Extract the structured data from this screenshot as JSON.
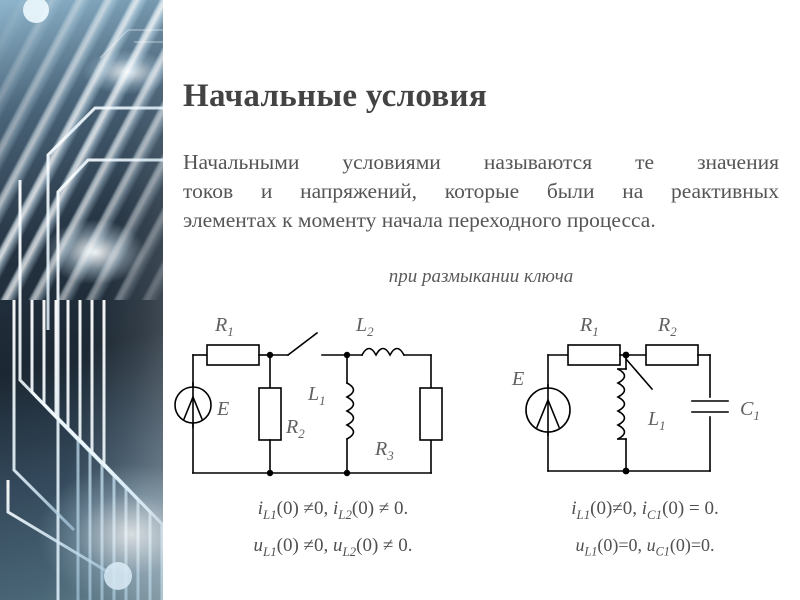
{
  "slide": {
    "title": "Начальные условия",
    "body": "Начальными условиями называются те значения токов и напряжений, которые были на реактивных элементах к моменту начала переходного процесса.",
    "body_line1": "Начальными условиями называются те значения",
    "body_line2": "токов и напряжений, которые были на реактивных",
    "body_line3": "элементах к моменту начала переходного процесса.",
    "subheading": "при размыкании ключа",
    "background_color": "#ffffff",
    "title_color": "#434343",
    "text_color": "#555555"
  },
  "sidebar": {
    "image_name": "circuit-board-decorative-image",
    "description": "blue circuit board traces with glowing light streaks",
    "accent_color": "#2b3b49",
    "highlight_color": "#eaf6ff"
  },
  "circuit_left": {
    "name": "circuit-diagram-left",
    "source_label": "E",
    "components": [
      {
        "id": "R1",
        "label": "R",
        "sub": "1",
        "type": "resistor",
        "orientation": "horizontal"
      },
      {
        "id": "R2",
        "label": "R",
        "sub": "2",
        "type": "resistor",
        "orientation": "vertical"
      },
      {
        "id": "R3",
        "label": "R",
        "sub": "3",
        "type": "resistor",
        "orientation": "vertical"
      },
      {
        "id": "L1",
        "label": "L",
        "sub": "1",
        "type": "inductor",
        "orientation": "vertical"
      },
      {
        "id": "L2",
        "label": "L",
        "sub": "2",
        "type": "inductor",
        "orientation": "horizontal"
      },
      {
        "id": "SW",
        "label": "",
        "sub": "",
        "type": "switch",
        "orientation": "horizontal"
      }
    ],
    "labels": {
      "R1": "R",
      "R1_sub": "1",
      "R2": "R",
      "R2_sub": "2",
      "R3": "R",
      "R3_sub": "3",
      "L1": "L",
      "L1_sub": "1",
      "L2": "L",
      "L2_sub": "2",
      "E": "E"
    }
  },
  "circuit_right": {
    "name": "circuit-diagram-right",
    "source_label": "E",
    "components": [
      {
        "id": "R1",
        "label": "R",
        "sub": "1",
        "type": "resistor",
        "orientation": "horizontal"
      },
      {
        "id": "R2",
        "label": "R",
        "sub": "2",
        "type": "resistor",
        "orientation": "horizontal"
      },
      {
        "id": "L1",
        "label": "L",
        "sub": "1",
        "type": "inductor",
        "orientation": "vertical"
      },
      {
        "id": "C1",
        "label": "C",
        "sub": "1",
        "type": "capacitor",
        "orientation": "vertical"
      },
      {
        "id": "SW",
        "label": "",
        "sub": "",
        "type": "switch",
        "orientation": "vertical"
      }
    ],
    "labels": {
      "R1": "R",
      "R1_sub": "1",
      "R2": "R",
      "R2_sub": "2",
      "L1": "L",
      "L1_sub": "1",
      "C1": "C",
      "C1_sub": "1",
      "E": "E"
    }
  },
  "equations_left": {
    "line1": {
      "t1": "i",
      "s1": "L1",
      "t2": "(0) ≠0, ",
      "t3": "i",
      "s2": "L2",
      "t4": "(0) ≠ 0."
    },
    "line2": {
      "t1": "u",
      "s1": "L1",
      "t2": "(0) ≠0, ",
      "t3": "u",
      "s2": "L2",
      "t4": "(0) ≠ 0."
    },
    "plain_line1": "iL1(0) ≠0, iL2(0) ≠ 0.",
    "plain_line2": "uL1(0) ≠0, uL2(0) ≠ 0."
  },
  "equations_right": {
    "line1": {
      "t1": "i",
      "s1": "L1",
      "t2": "(0)≠0, ",
      "t3": "i",
      "s2": "C1",
      "t4": "(0) = 0."
    },
    "line2": {
      "t1": "u",
      "s1": "L1",
      "t2": "(0)=0, ",
      "t3": "u",
      "s2": "C1",
      "t4": "(0)=0."
    },
    "plain_line1": "iL1(0)≠0, iC1(0) = 0.",
    "plain_line2": "uL1(0)=0, uC1(0)=0."
  }
}
